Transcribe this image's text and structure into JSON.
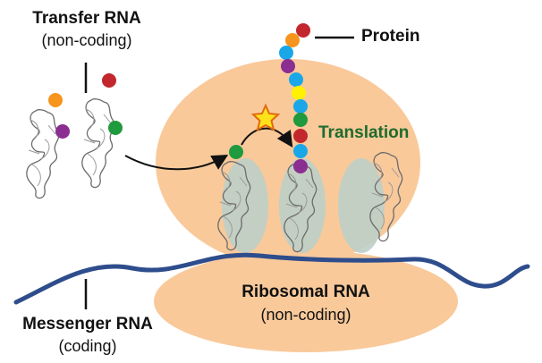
{
  "labels": {
    "transfer_rna_title": "Transfer RNA",
    "transfer_rna_sub": "(non-coding)",
    "protein": "Protein",
    "translation": "Translation",
    "ribosomal_rna_title": "Ribosomal RNA",
    "ribosomal_rna_sub": "(non-coding)",
    "messenger_rna_title": "Messenger RNA",
    "messenger_rna_sub": "(coding)"
  },
  "colors": {
    "ribosome": "#F9C99A",
    "trna_site": "#BCCFC8",
    "mrna": "#2E4D8C",
    "translation_text": "#1E6B2E",
    "star_fill": "#FFE21A",
    "star_stroke": "#E06A10"
  },
  "amino_acid_colors": {
    "orange": "#F7941D",
    "purple": "#8B2E91",
    "red": "#C1272D",
    "green": "#1F9A3E",
    "blue": "#1AA7E8",
    "yellow": "#FFF100"
  },
  "protein_chain": [
    "red",
    "orange",
    "blue",
    "purple",
    "blue",
    "yellow",
    "blue",
    "green",
    "red",
    "blue",
    "purple"
  ],
  "icons": [
    "trna-icon",
    "star-icon",
    "arrow-icon"
  ]
}
